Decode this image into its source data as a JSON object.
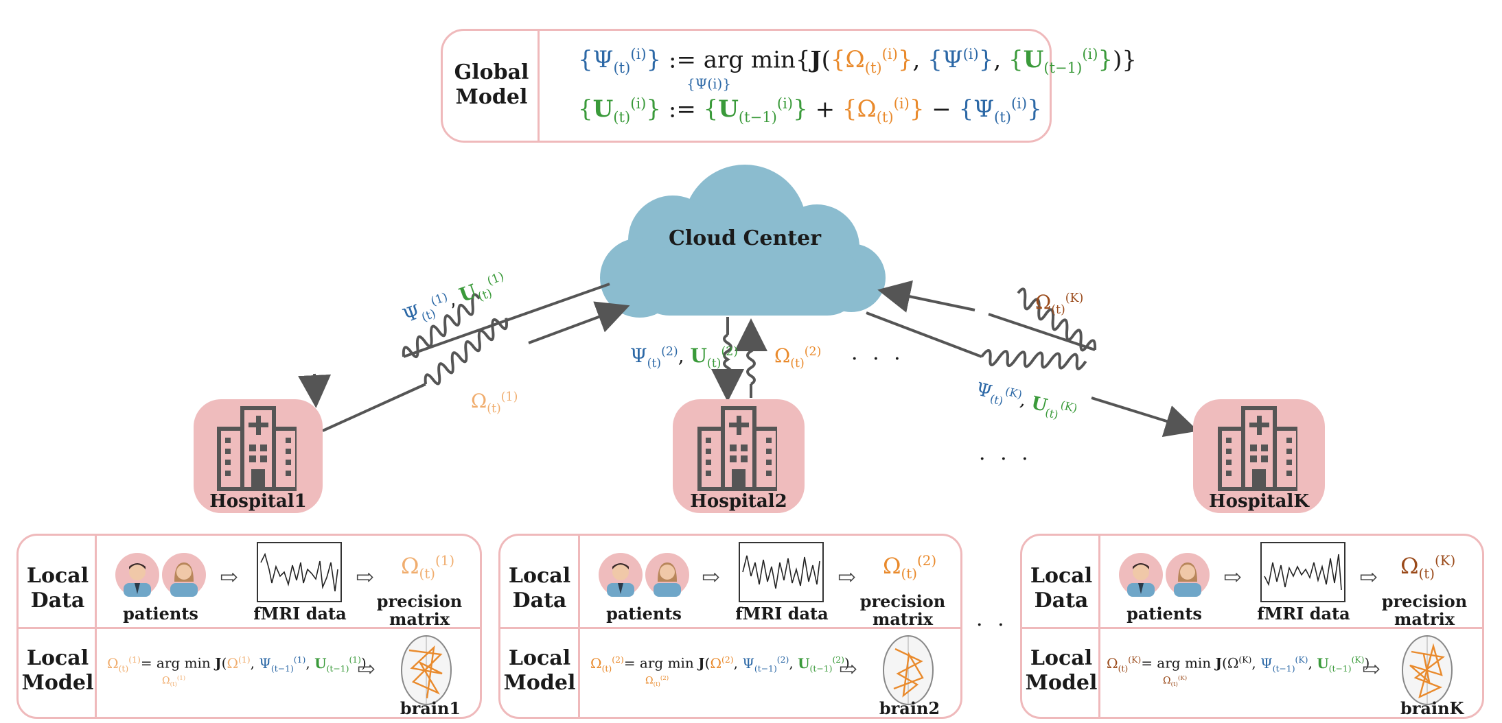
{
  "global_model": {
    "label_line1": "Global",
    "label_line2": "Model",
    "eq1": "{Ψ(t)(i)} := arg min{J({Ω(t)(i)}, {Ψ(i)}, {U(t−1)(i)})}",
    "eq1_under": "{Ψ(i)}",
    "eq2": "{U(t)(i)} := {U(t−1)(i)} + {Ω(t)(i)} − {Ψ(t)(i)}"
  },
  "cloud": {
    "label": "Cloud Center"
  },
  "links": {
    "h1_down": "Ψ(t)(1), U(t)(1)",
    "h1_up": "Ω(t)(1)",
    "h2_down": "Ψ(t)(2), U(t)(2)",
    "h2_up": "Ω(t)(2)",
    "hk_up": "Ω(t)(K)",
    "hk_down": "Ψ(t)(K), U(t)(K)",
    "ellipsis": "· · ·"
  },
  "hospitals": [
    {
      "name": "Hospital1"
    },
    {
      "name": "Hospital2"
    },
    {
      "name": "HospitalK"
    }
  ],
  "panels": [
    {
      "local_data_line1": "Local",
      "local_data_line2": "Data",
      "local_model_line1": "Local",
      "local_model_line2": "Model",
      "patients": "patients",
      "fmri": "fMRI data",
      "precision_line1": "precision",
      "precision_line2": "matrix",
      "omega": "Ω(t)(1)",
      "model_eq": "Ω(t)(1)= arg min J(Ω(1), Ψ(t−1)(1), U(t−1)(1))",
      "model_under": "Ω(t)(1)",
      "brain": "brain1"
    },
    {
      "local_data_line1": "Local",
      "local_data_line2": "Data",
      "local_model_line1": "Local",
      "local_model_line2": "Model",
      "patients": "patients",
      "fmri": "fMRI data",
      "precision_line1": "precision",
      "precision_line2": "matrix",
      "omega": "Ω(t)(2)",
      "model_eq": "Ω(t)(2)= arg min J(Ω(2), Ψ(t−1)(2), U(t−1)(2))",
      "model_under": "Ω(t)(2)",
      "brain": "brain2"
    },
    {
      "local_data_line1": "Local",
      "local_data_line2": "Data",
      "local_model_line1": "Local",
      "local_model_line2": "Model",
      "patients": "patients",
      "fmri": "fMRI data",
      "precision_line1": "precision",
      "precision_line2": "matrix",
      "omega": "Ω(t)(K)",
      "model_eq": "Ω(t)(K)= arg min J(Ω(K), Ψ(t−1)(K), U(t−1)(K))",
      "model_under": "Ω(t)(K)",
      "brain": "brainK"
    }
  ],
  "colors": {
    "psi": "#2c68a6",
    "u": "#3a9a3a",
    "omega": "#e98a2c",
    "box_border": "#efb9bb",
    "cloud": "#8bbccf",
    "hospital": "#efbcbd"
  }
}
